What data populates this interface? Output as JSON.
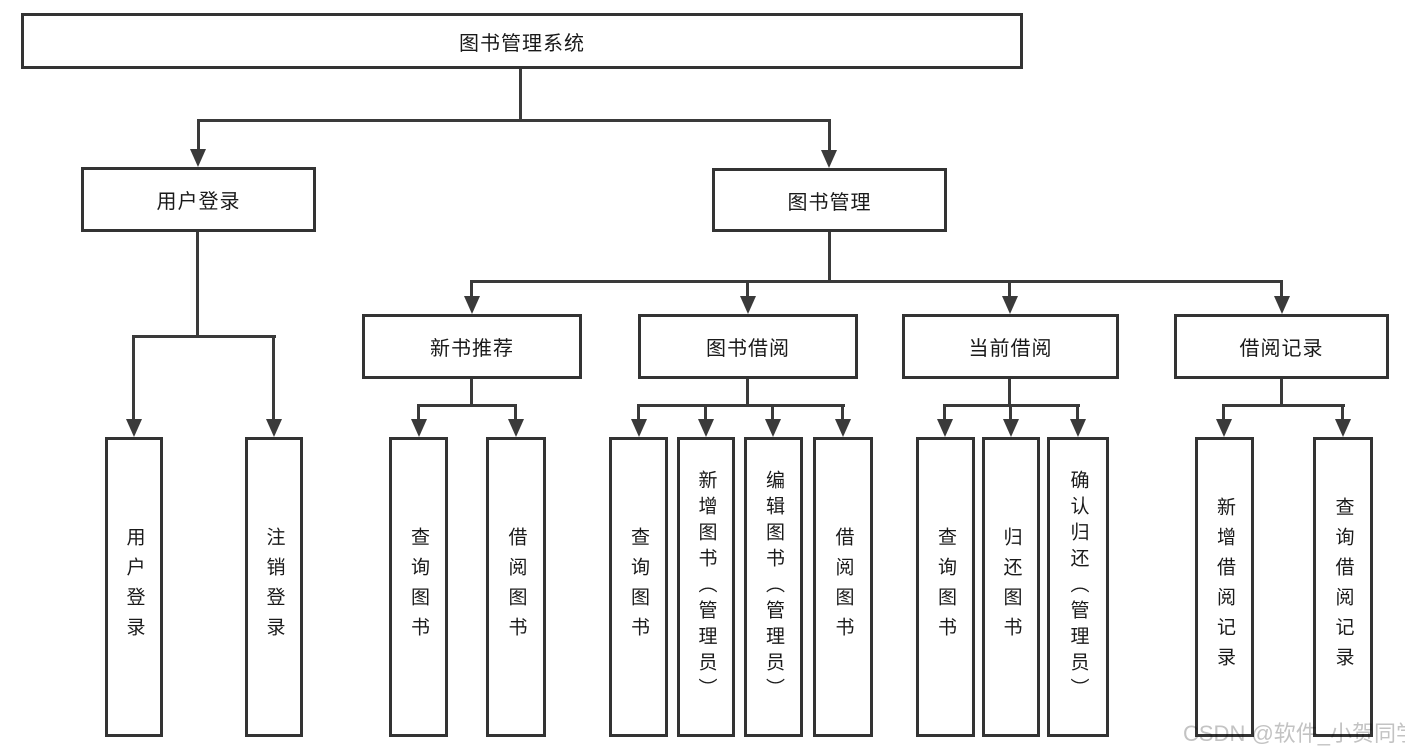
{
  "diagram": {
    "title": "图书管理系统",
    "colors": {
      "line": "#3a3a3a",
      "border": "#333333",
      "text": "#1a1a1a",
      "watermark": "#c3c3c3",
      "background": "#ffffff"
    },
    "nodes": {
      "root": "图书管理系统",
      "user_login": "用户登录",
      "book_mgmt": "图书管理",
      "new_book": "新书推荐",
      "book_borrow": "图书借阅",
      "current_borrow": "当前借阅",
      "borrow_record": "借阅记录"
    },
    "leaves": {
      "user_login": "用户登录",
      "logout": "注销登录",
      "nb_query": "查询图书",
      "nb_borrow": "借阅图书",
      "bb_query": "查询图书",
      "bb_add_admin": "新增图书（管理员）",
      "bb_edit_admin": "编辑图书（管理员）",
      "bb_borrow": "借阅图书",
      "cb_query": "查询图书",
      "cb_return": "归还图书",
      "cb_confirm_admin": "确认归还（管理员）",
      "br_add": "新增借阅记录",
      "br_query": "查询借阅记录"
    },
    "watermark": "CSDN @软件_小贺同学"
  }
}
